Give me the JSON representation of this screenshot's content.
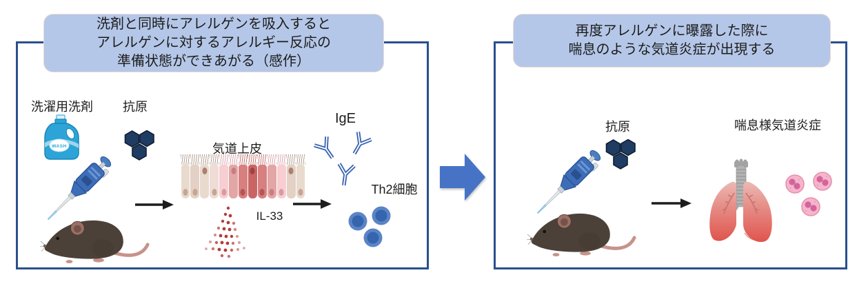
{
  "diagram": {
    "subject": "detergent-allergen-sensitization-asthma-mouse-model"
  },
  "left_panel": {
    "header": {
      "line1": "洗剤と同時にアレルゲンを吸入すると",
      "line2": "アレルゲンに対するアレルギー反応の",
      "line3": "準備状態ができあがる（感作）"
    },
    "labels": {
      "detergent": "洗濯用洗剤",
      "antigen": "抗原",
      "epithelium": "気道上皮",
      "il33": "IL-33",
      "ige": "IgE",
      "th2": "Th2細胞"
    },
    "bottle_label": "WASH"
  },
  "right_panel": {
    "header": {
      "line1": "再度アレルゲンに曝露した際に",
      "line2": "喘息のような気道炎症が出現する"
    },
    "labels": {
      "antigen": "抗原",
      "inflammation": "喘息様気道炎症"
    }
  },
  "colors": {
    "panel_border": "#2a4f8e",
    "header_fill": "#b5c7e8",
    "header_border": "#ecdcd4",
    "big_arrow_blue": "#4673c5",
    "black_arrow": "#1c1c1c",
    "antigen_navy": "#1f3c63",
    "detergent_blue": "#2ca4d8",
    "pipette_blue": "#3e6db8",
    "mouse_body": "#4c4138",
    "ige_blue": "#3a63b0",
    "th2_outer": "#5b84c6",
    "th2_inner": "#3465ae",
    "il33_dot": "#b33b3b",
    "epithelium_red": "#ca6565",
    "epithelium_beige": "#e8dacd",
    "lung_red": "#e0554d",
    "trachea_gray": "#b3b3b3",
    "eosinophil_pink": "#f5b5cb"
  },
  "icons": [
    "detergent-bottle-icon",
    "antigen-hexagons-icon",
    "pipette-icon",
    "mouse-icon",
    "arrow-right-icon",
    "airway-epithelium-icon",
    "il33-dots-icon",
    "ige-antibody-icon",
    "th2-cell-icon",
    "big-blue-arrow-icon",
    "lungs-icon",
    "eosinophil-cells-icon"
  ]
}
